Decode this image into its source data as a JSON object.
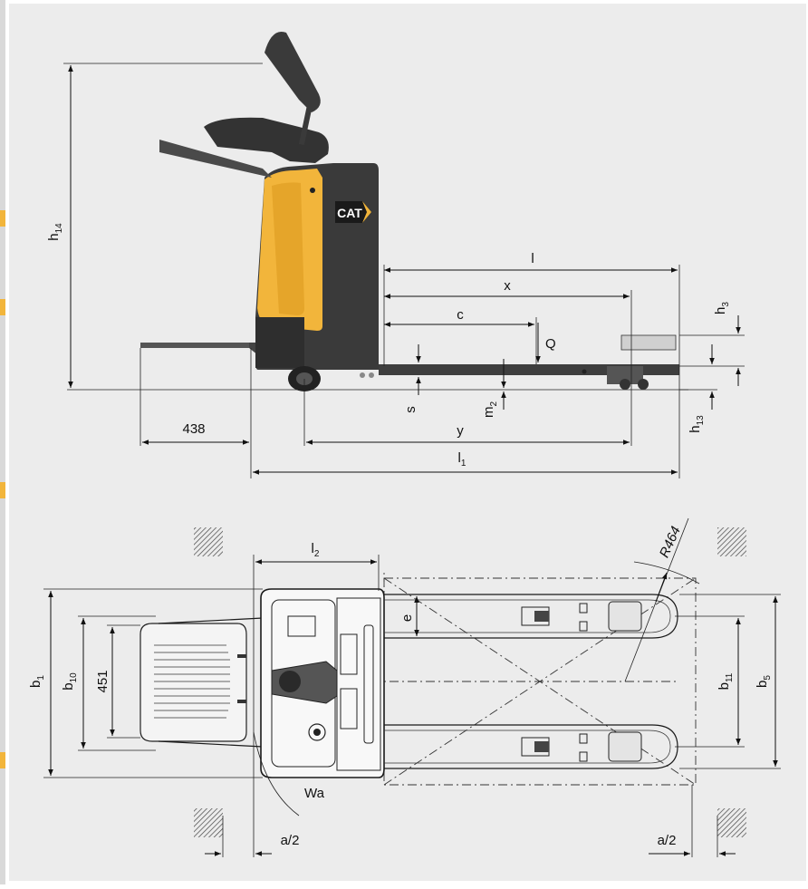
{
  "brand": {
    "logo_text": "CAT",
    "accent": "#f2b53b",
    "body_dark": "#3a3a3a",
    "panel_bg": "#ececec"
  },
  "side_view": {
    "labels": {
      "h14": {
        "main": "h",
        "sub": "14"
      },
      "l": {
        "main": "l"
      },
      "x": {
        "main": "x"
      },
      "c": {
        "main": "c"
      },
      "Q": {
        "main": "Q"
      },
      "h3": {
        "main": "h",
        "sub": "3"
      },
      "s": {
        "main": "s"
      },
      "m2": {
        "main": "m",
        "sub": "2"
      },
      "h13": {
        "main": "h",
        "sub": "13"
      },
      "y": {
        "main": "y"
      },
      "l1": {
        "main": "l",
        "sub": "1"
      },
      "d438": {
        "main": "438"
      }
    }
  },
  "top_view": {
    "labels": {
      "l2": {
        "main": "l",
        "sub": "2"
      },
      "R464": {
        "main": "R464"
      },
      "e": {
        "main": "e"
      },
      "b1": {
        "main": "b",
        "sub": "1"
      },
      "b10": {
        "main": "b",
        "sub": "10"
      },
      "d451": {
        "main": "451"
      },
      "b11": {
        "main": "b",
        "sub": "11"
      },
      "b5": {
        "main": "b",
        "sub": "5"
      },
      "Wa": {
        "main": "Wa"
      },
      "a2_left": {
        "main": "a/2"
      },
      "a2_right": {
        "main": "a/2"
      }
    }
  }
}
